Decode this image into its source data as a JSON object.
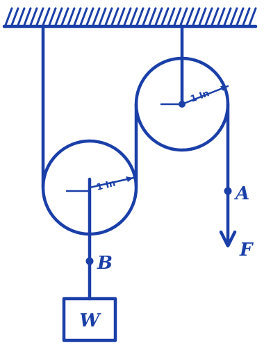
{
  "labels": {
    "point_a": "A",
    "point_b": "B",
    "force": "F",
    "weight": "W",
    "radius_upper": "1 In",
    "radius_lower": "1 In"
  },
  "colors": {
    "ink": "#1a3fa8",
    "background": "#ffffff"
  },
  "icons": {
    "force_arrow": "arrow-down-icon",
    "ceiling": "hatched-ceiling"
  }
}
